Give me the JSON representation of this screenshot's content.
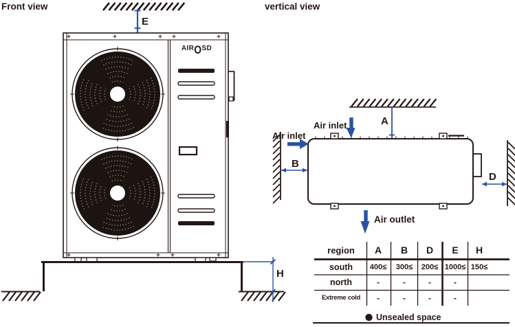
{
  "colors": {
    "line": "#231815",
    "dimension": "#2a52a2",
    "fan_fill": "#1b1410"
  },
  "titles": {
    "front_view": "Front view",
    "vertical_view": "vertical view"
  },
  "front_view": {
    "logo": {
      "air": "AIR",
      "o": "O",
      "sd": "SD"
    },
    "dims": {
      "e": "E",
      "h": "H"
    }
  },
  "vertical_view": {
    "air_inlet_top": "Air inlet",
    "air_inlet_left": "Air inlet",
    "air_outlet": "Air outlet",
    "dims": {
      "a": "A",
      "b": "B",
      "d": "D"
    }
  },
  "clearance_table": {
    "headers": [
      "region",
      "A",
      "B",
      "D",
      "E",
      "H"
    ],
    "rows": [
      {
        "label": "south",
        "values": [
          "400≤",
          "300≤",
          "200≤",
          "1000≤",
          "150≤"
        ]
      },
      {
        "label": "north",
        "values": [
          "-",
          "-",
          "-",
          "-",
          ""
        ]
      },
      {
        "label": "Extreme cold",
        "values": [
          "-",
          "-",
          "-",
          "-",
          ""
        ]
      }
    ],
    "legend": "Unsealed space"
  }
}
